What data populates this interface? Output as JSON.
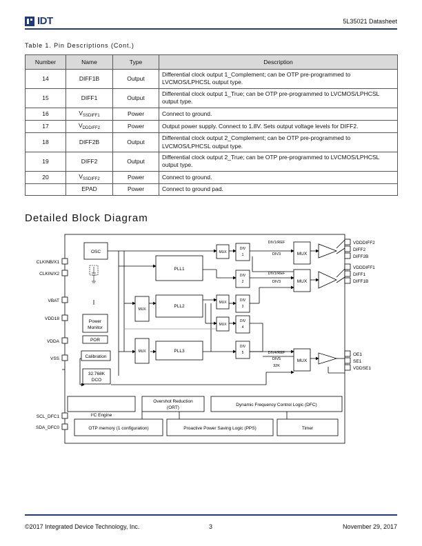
{
  "header": {
    "logo_text": "IDT",
    "doc_title": "5L35021 Datasheet"
  },
  "table": {
    "caption": "Table 1.  Pin Descriptions (Cont.)",
    "headers": [
      "Number",
      "Name",
      "Type",
      "Description"
    ],
    "rows": [
      {
        "number": "14",
        "name": "DIFF1B",
        "name_sub": "",
        "type": "Output",
        "description": "Differential clock output 1_Complement; can be OTP pre-programmed to LVCMOS/LPHCSL output type."
      },
      {
        "number": "15",
        "name": "DIFF1",
        "name_sub": "",
        "type": "Output",
        "description": "Differential clock output 1_True; can be OTP pre-programmed to LVCMOS/LPHCSL output type."
      },
      {
        "number": "16",
        "name": "V",
        "name_sub": "SSDIFF1",
        "type": "Power",
        "description": "Connect to ground."
      },
      {
        "number": "17",
        "name": "V",
        "name_sub": "DDDIFF2",
        "type": "Power",
        "description": "Output power supply. Connect to 1.8V. Sets output voltage levels for DIFF2."
      },
      {
        "number": "18",
        "name": "DIFF2B",
        "name_sub": "",
        "type": "Output",
        "description": "Differential clock output 2_Complement; can be OTP pre-programmed to LVCMOS/LPHCSL output type."
      },
      {
        "number": "19",
        "name": "DIFF2",
        "name_sub": "",
        "type": "Output",
        "description": "Differential clock output 2_True; can be OTP pre-programmed to LVCMOS/LPHCSL output type."
      },
      {
        "number": "20",
        "name": "V",
        "name_sub": "SSDIFF2",
        "type": "Power",
        "description": "Connect to ground."
      },
      {
        "number": "",
        "name": "EPAD",
        "name_sub": "",
        "type": "Power",
        "description": "Connect to ground pad."
      }
    ]
  },
  "section_title": "Detailed Block Diagram",
  "diagram": {
    "left_pins": [
      "CLKINB/X1",
      "CLKIN/X2",
      "VBAT",
      "VDD18",
      "VDDA",
      "VSS",
      "SCL_DFC1",
      "SDA_DFC0"
    ],
    "right_pins": [
      "VDDDIFF2",
      "DIFF2",
      "DIFF2B",
      "VDDDIFF1",
      "DIFF1",
      "DIFF1B",
      "OE1",
      "SE1",
      "VDDSE1"
    ],
    "blocks": {
      "osc": "OSC",
      "power_monitor_1": "Power",
      "power_monitor_2": "Monitor",
      "por": "POR",
      "calibration": "Calibration",
      "dco_1": "32.768K",
      "dco_2": "DCO",
      "pll1": "PLL1",
      "pll2": "PLL2",
      "pll3": "PLL3",
      "mux": "MUX",
      "div": "DIV",
      "div1": "1",
      "div2": "2",
      "div3": "3",
      "div4": "4",
      "div5": "5",
      "i2c": "I²C Engine",
      "ort_1": "Overshot Reduction",
      "ort_2": "(ORT)",
      "dfc": "Dynamic Frequency Control Logic (DFC)",
      "otp": "OTP memory (1 configuration)",
      "pps": "Proactive Power Saving Logic (PPS)",
      "timer": "Timer"
    },
    "signals": {
      "div1_ref": "DIV1/REF",
      "div3": "DIV3",
      "div4_ref": "DIV4/REF",
      "div5": "DIV5",
      "k32": "32K"
    }
  },
  "footer": {
    "copyright": "©2017 Integrated Device Technology, Inc.",
    "page": "3",
    "date": "November 29, 2017"
  }
}
